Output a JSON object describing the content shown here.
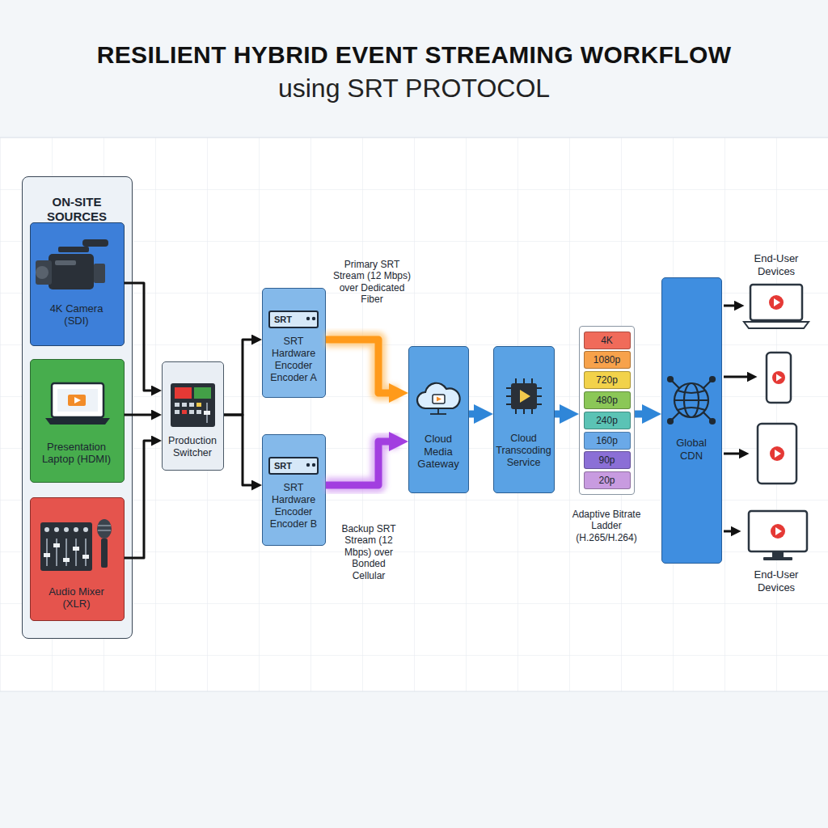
{
  "diagram": {
    "title": "RESILIENT HYBRID EVENT STREAMING WORKFLOW",
    "nodes": [
      {
        "text": [
          "ON-SITE SOURCES"
        ]
      },
      {
        "text": [
          "4K Camera (SDI)"
        ],
        "in": 0
      },
      {
        "text": [
          "Presentation Laptop (HDMI)"
        ],
        "in": 0
      },
      {
        "text": [
          "Audio Mixer (XLR)"
        ],
        "in": 0
      },
      {
        "text": [
          "Production Switcher"
        ]
      },
      {
        "text": [
          "SRT",
          "SRT Hardware Encoder Encoder A"
        ]
      },
      {
        "text": [
          "SRT",
          "SRT Hardware Encoder Encoder B"
        ]
      },
      {
        "text": [
          "Cloud Media Gateway"
        ]
      },
      {
        "text": [
          "Cloud Transcoding Service"
        ]
      },
      {
        "text": [
          "Adaptive Bitrate Ladder (H.265/H.264)"
        ]
      },
      {
        "text": [
          "4K"
        ],
        "in": 9
      },
      {
        "text": [
          "1080p"
        ],
        "in": 9
      },
      {
        "text": [
          "720p"
        ],
        "in": 9
      },
      {
        "text": [
          "480p"
        ],
        "in": 9
      },
      {
        "text": [
          "240p"
        ],
        "in": 9
      },
      {
        "text": [
          "160p"
        ],
        "in": 9
      },
      {
        "text": [
          "90p"
        ],
        "in": 9
      },
      {
        "text": [
          "20p"
        ],
        "in": 9
      },
      {
        "text": [
          "Global CDN"
        ]
      }
    ],
    "edges": [
      {
        "from": 1,
        "to": 4,
        "arrow": "to"
      },
      {
        "from": 2,
        "to": 4,
        "arrow": "to"
      },
      {
        "from": 3,
        "to": 4,
        "arrow": "to"
      },
      {
        "from": 4,
        "to": 5,
        "arrow": "to"
      },
      {
        "from": 4,
        "to": 6,
        "arrow": "to"
      },
      {
        "from": 5,
        "to": 7,
        "label": "Primary SRT Stream (12 Mbps) over Dedicated Fiber",
        "arrow": "to"
      },
      {
        "from": 6,
        "to": 7,
        "label": "Backup SRT Stream (12 Mbps) over Bonded Cellular",
        "arrow": "to"
      },
      {
        "from": 7,
        "to": 8,
        "arrow": "to"
      },
      {
        "from": 8,
        "to": 9,
        "arrow": "to"
      },
      {
        "from": 9,
        "to": 18,
        "arrow": "to"
      }
    ],
    "labels": [
      "using SRT PROTOCOL",
      "End-User Devices",
      "End-User Devices"
    ]
  }
}
